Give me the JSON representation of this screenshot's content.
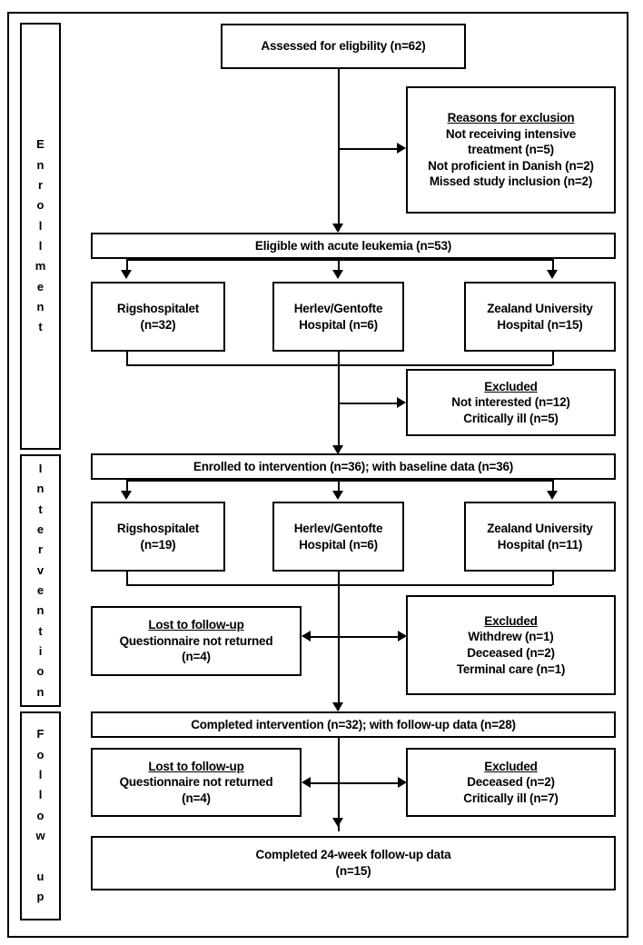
{
  "diagram": {
    "title": "CONSORT participant flow diagram",
    "type": "flowchart",
    "stages": [
      {
        "id": "enrollment",
        "label": "Enrollment"
      },
      {
        "id": "intervention",
        "label": "Intervention"
      },
      {
        "id": "followup",
        "label": "Follow up"
      }
    ],
    "nodes": {
      "assessed": {
        "lines": [
          "Assessed for eligbility (n=62)"
        ]
      },
      "reasons_exclusion": {
        "heading": "Reasons for exclusion",
        "lines": [
          "Not receiving intensive",
          "treatment (n=5)",
          "Not proficient in Danish (n=2)",
          "Missed study inclusion (n=2)"
        ]
      },
      "eligible": {
        "lines": [
          "Eligible with acute leukemia (n=53)"
        ]
      },
      "site1_enroll": {
        "lines": [
          "Rigshospitalet",
          "(n=32)"
        ]
      },
      "site2_enroll": {
        "lines": [
          "Herlev/Gentofte",
          "Hospital (n=6)"
        ]
      },
      "site3_enroll": {
        "lines": [
          "Zealand University",
          "Hospital (n=15)"
        ]
      },
      "excluded_enroll": {
        "heading": "Excluded",
        "lines": [
          "Not interested (n=12)",
          "Critically ill (n=5)"
        ]
      },
      "enrolled": {
        "lines": [
          "Enrolled to intervention (n=36); with baseline data (n=36)"
        ]
      },
      "site1_interv": {
        "lines": [
          "Rigshospitalet",
          "(n=19)"
        ]
      },
      "site2_interv": {
        "lines": [
          "Herlev/Gentofte",
          "Hospital (n=6)"
        ]
      },
      "site3_interv": {
        "lines": [
          "Zealand University",
          "Hospital (n=11)"
        ]
      },
      "lost_interv": {
        "heading": "Lost to follow-up",
        "lines": [
          "Questionnaire not returned",
          "(n=4)"
        ]
      },
      "excluded_interv": {
        "heading": "Excluded",
        "lines": [
          "Withdrew (n=1)",
          "Deceased (n=2)",
          "Terminal care (n=1)"
        ]
      },
      "completed_interv": {
        "lines": [
          "Completed intervention (n=32); with follow-up data (n=28)"
        ]
      },
      "lost_followup": {
        "heading": "Lost to follow-up",
        "lines": [
          "Questionnaire not returned",
          "(n=4)"
        ]
      },
      "excluded_followup": {
        "heading": "Excluded",
        "lines": [
          "Deceased (n=2)",
          "Critically ill (n=7)"
        ]
      },
      "completed_followup": {
        "lines": [
          "Completed 24-week follow-up data",
          "(n=15)"
        ]
      }
    },
    "counts": {
      "assessed": 62,
      "excluded_not_receiving_intensive_treatment": 5,
      "excluded_not_proficient_danish": 2,
      "excluded_missed_study_inclusion": 2,
      "eligible": 53,
      "eligible_rigshospitalet": 32,
      "eligible_herlev_gentofte": 6,
      "eligible_zealand": 15,
      "excluded_not_interested": 12,
      "excluded_critically_ill": 5,
      "enrolled": 36,
      "baseline_data": 36,
      "enrolled_rigshospitalet": 19,
      "enrolled_herlev_gentofte": 6,
      "enrolled_zealand": 11,
      "lost_questionnaire_not_returned_interv": 4,
      "excluded_withdrew": 1,
      "excluded_deceased_interv": 2,
      "excluded_terminal_care": 1,
      "completed_intervention": 32,
      "followup_data": 28,
      "lost_questionnaire_not_returned_followup": 4,
      "excluded_deceased_followup": 2,
      "excluded_critically_ill_followup": 7,
      "completed_24week_followup": 15
    },
    "colors": {
      "stroke": "#000000",
      "background": "#ffffff",
      "text": "#000000"
    }
  }
}
